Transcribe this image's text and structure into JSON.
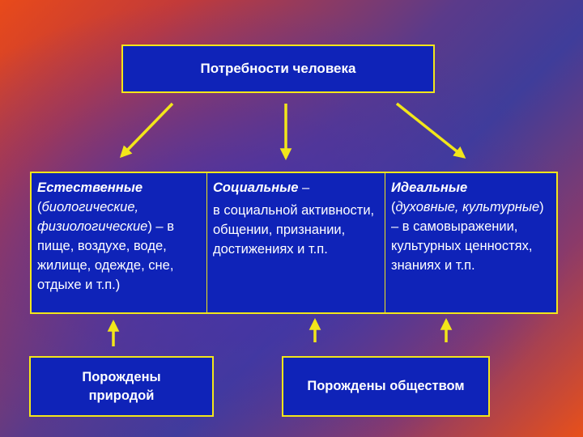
{
  "title": "Потребности человека",
  "categories": [
    {
      "name": "Естественные",
      "dash": "",
      "qualifier_open": "(",
      "qualifier": "биологические, физиологические",
      "qualifier_close": ") –",
      "description": "в пище, воздухе, воде, жилище, одежде, сне, отдыхе и т.п.)"
    },
    {
      "name": "Социальные",
      "dash": " –",
      "description": "в социальной активности, общении, признании, достижениях и т.п."
    },
    {
      "name": "Идеальные",
      "dash": "",
      "qualifier_open": "(",
      "qualifier": "духовные, культурные",
      "qualifier_close": ") – в",
      "description": "самовыражении, культурных ценностях, знаниях и т.п."
    }
  ],
  "sources": {
    "nature": "Порождены природой",
    "society": "Порождены обществом"
  },
  "colors": {
    "box_fill": "#0f23b8",
    "box_border": "#f2e61a",
    "arrow": "#f2e61a",
    "text": "#ffffff"
  }
}
